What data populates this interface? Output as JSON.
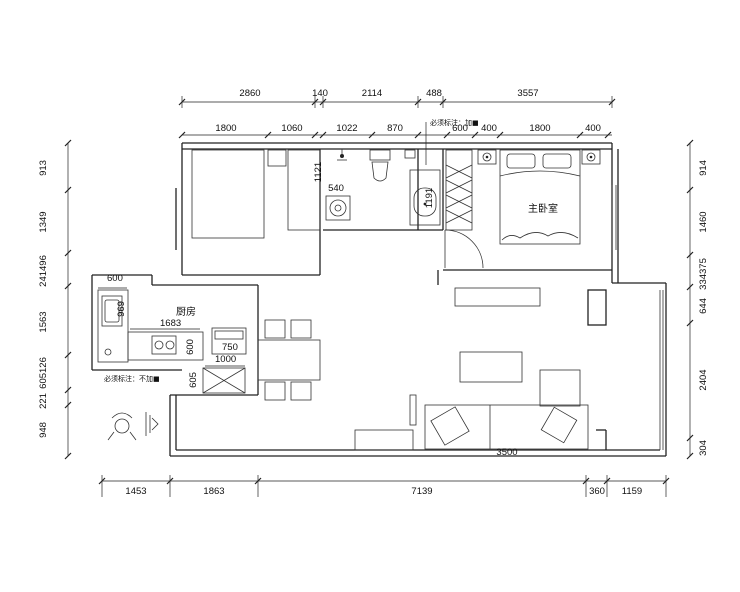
{
  "dims": {
    "top_outer": [
      "2860",
      "140",
      "2114",
      "488",
      "3557"
    ],
    "top_inner": [
      "1800",
      "1060",
      "1022",
      "870",
      "600",
      "400",
      "1800",
      "400"
    ],
    "left": [
      "913",
      "1349",
      "241496",
      "1563",
      "605126",
      "221",
      "948"
    ],
    "right": [
      "914",
      "1460",
      "334375",
      "644",
      "2404",
      "304"
    ],
    "bottom": [
      "1453",
      "1863",
      "7139",
      "360",
      "1159"
    ],
    "interior": {
      "d1121": "1121",
      "d540": "540",
      "d1191": "1191",
      "d600k": "600",
      "d969": "969",
      "d1683": "1683",
      "d600s": "600",
      "d750": "750",
      "d1000": "1000",
      "d605": "605",
      "d3500": "3500"
    }
  },
  "labels": {
    "master_bedroom": "主卧室",
    "kitchen": "厨房",
    "note_add": "必须标注：加■",
    "note_no_add": "必须标注：不加■"
  }
}
